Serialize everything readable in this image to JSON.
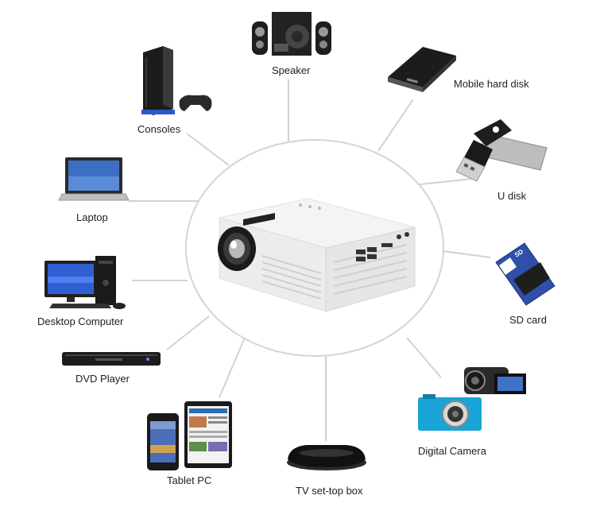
{
  "labels": {
    "speaker": "Speaker",
    "mobile_hard_disk": "Mobile hard disk",
    "consoles": "Consoles",
    "u_disk": "U disk",
    "laptop": "Laptop",
    "desktop_computer": "Desktop Computer",
    "sd_card": "SD card",
    "dvd_player": "DVD Player",
    "digital_camera": "Digital Camera",
    "tablet_pc": "Tablet PC",
    "tv_set_top_box": "TV set-top box"
  },
  "sd_card_text": "SD",
  "icons": {
    "center": "projector-icon",
    "speaker": "speaker-icon",
    "mobile_hard_disk": "hard-disk-icon",
    "consoles": "game-console-icon",
    "u_disk": "usb-drive-icon",
    "laptop": "laptop-icon",
    "desktop_computer": "desktop-computer-icon",
    "sd_card": "sd-card-icon",
    "dvd_player": "dvd-player-icon",
    "digital_camera": "camera-icon",
    "tablet_pc": "tablet-icon",
    "tv_set_top_box": "set-top-box-icon"
  },
  "colors": {
    "line": "#d2d2d2",
    "circle": "#d4d4d4",
    "device_dark": "#1c1c1c",
    "sd_blue": "#2f4fa8",
    "camera_blue": "#1aa3d6"
  }
}
